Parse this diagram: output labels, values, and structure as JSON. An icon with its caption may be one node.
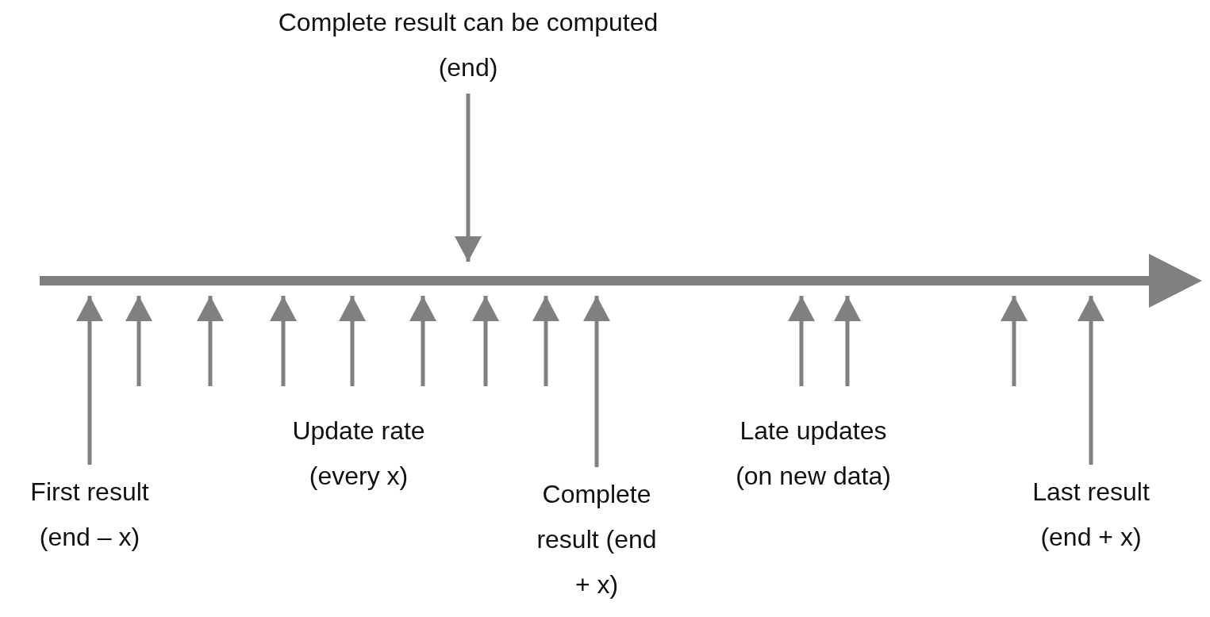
{
  "diagram": {
    "nodes": [
      {
        "text": [],
        "shape": "bar"
      },
      {
        "text": [
          "Complete result can be computed (end)"
        ]
      },
      {
        "text": [
          "First result (end – x)"
        ]
      },
      {
        "text": [
          "Complete result (end + x)"
        ]
      },
      {
        "text": [
          "Last result (end + x)"
        ]
      }
    ],
    "edges": [
      {
        "from": 1,
        "to": 0,
        "arrow": "to"
      },
      {
        "from": 2,
        "to": 0,
        "arrow": "to"
      },
      {
        "from": null,
        "to": 0,
        "arrow": "to"
      },
      {
        "from": null,
        "to": 0,
        "arrow": "to"
      },
      {
        "from": null,
        "to": 0,
        "arrow": "to"
      },
      {
        "from": null,
        "to": 0,
        "arrow": "to"
      },
      {
        "from": null,
        "to": 0,
        "arrow": "to"
      },
      {
        "from": null,
        "to": 0,
        "arrow": "to"
      },
      {
        "from": null,
        "to": 0,
        "arrow": "to"
      },
      {
        "from": 3,
        "to": 0,
        "arrow": "to"
      },
      {
        "from": null,
        "to": 0,
        "arrow": "to"
      },
      {
        "from": null,
        "to": 0,
        "arrow": "to"
      },
      {
        "from": null,
        "to": 0,
        "arrow": "to"
      },
      {
        "from": 4,
        "to": 0,
        "arrow": "to"
      }
    ],
    "labels": [
      "Update rate (every x)",
      "Late updates (on new data)"
    ]
  }
}
